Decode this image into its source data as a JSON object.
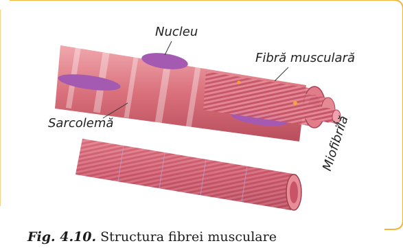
{
  "labels": {
    "nucleu": "Nucleu",
    "fibra_musculara": "Fibră musculară",
    "sarcolema": "Sarcolemă",
    "miofibrila": "Miofibrilă"
  },
  "caption": {
    "figure_number": "Fig. 4.10.",
    "text": "Structura fibrei musculare"
  },
  "colors": {
    "frame_border": "#f2b53a",
    "fiber_main": "#d9707b",
    "fiber_light": "#f4b3b8",
    "nucleus": "#a35ab0",
    "myofibril_stripe": "#9e4459",
    "highlight": "#f6a23a"
  }
}
